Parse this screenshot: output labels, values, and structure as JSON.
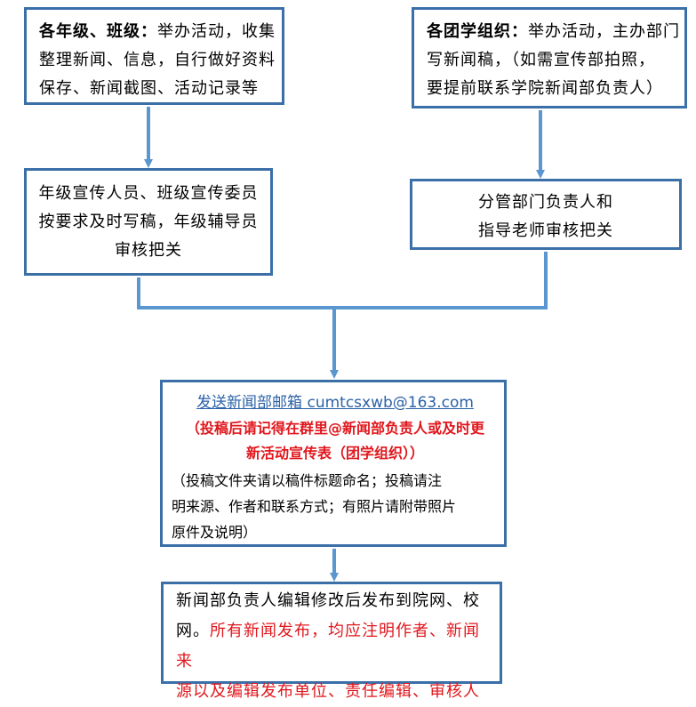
{
  "colors": {
    "border": "#3a6fa8",
    "connector": "#5a96cf",
    "link": "#2b62a8",
    "highlight": "#e0161c"
  },
  "grade_box": {
    "bold_label": "各年级、班级：",
    "text_line1": "举办活动，收集",
    "text_line2": "整理新闻、信息，自行做好资料",
    "text_line3": "保存、新闻截图、活动记录等"
  },
  "org_box": {
    "bold_label": "各团学组织：",
    "text_line1": "举办活动，主办部门",
    "text_line2": "写新闻稿，（如需宣传部拍照，",
    "text_line3": "要提前联系学院新闻部负责人）"
  },
  "grade_review_box": {
    "line1": "年级宣传人员、班级宣传委员",
    "line2": "按要求及时写稿，年级辅导员",
    "line3": "审核把关"
  },
  "org_review_box": {
    "line1": "分管部门负责人和",
    "line2": "指导老师审核把关"
  },
  "submit_box": {
    "email_line": "发送新闻部邮箱 cumtcsxwb@163.com",
    "notice_line1": "（投稿后请记得在群里@新闻部负责人或及时更",
    "notice_line2": "新活动宣传表（团学组织））",
    "instructions_line1": "（投稿文件夹请以稿件标题命名；投稿请注",
    "instructions_line2": "明来源、作者和联系方式；有照片请附带照片",
    "instructions_line3": "原件及说明）"
  },
  "publish_box": {
    "line1": "新闻部负责人编辑修改后发布到院网、校",
    "line2_black": "网。",
    "line2_red": "所有新闻发布，均应注明作者、新闻来",
    "line3_red": "源以及编辑发布单位、责任编辑、审核人"
  }
}
